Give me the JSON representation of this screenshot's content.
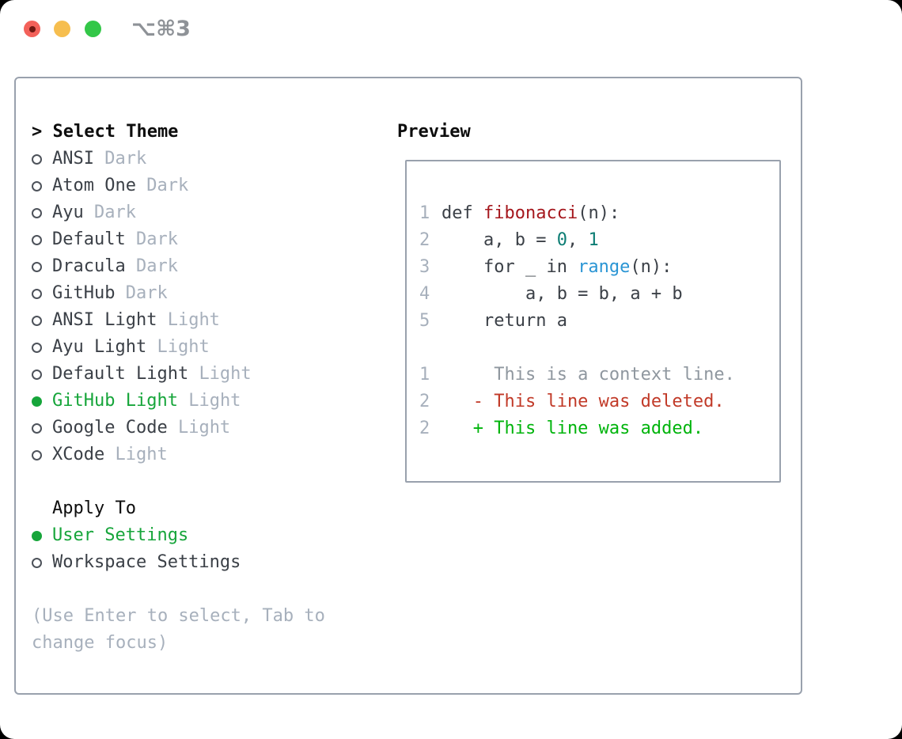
{
  "window": {
    "title": "⌥⌘3",
    "controls": {
      "close": "close-button",
      "minimize": "minimize-button",
      "zoom": "zoom-button"
    },
    "colors": {
      "close": "#f3615a",
      "minimize": "#f6be4f",
      "zoom": "#33c748",
      "frame_border": "#99a1ad"
    }
  },
  "theme_panel": {
    "header": "> Select Theme",
    "items": [
      {
        "name": "ANSI",
        "variant": "Dark",
        "selected": false
      },
      {
        "name": "Atom One",
        "variant": "Dark",
        "selected": false
      },
      {
        "name": "Ayu",
        "variant": "Dark",
        "selected": false
      },
      {
        "name": "Default",
        "variant": "Dark",
        "selected": false
      },
      {
        "name": "Dracula",
        "variant": "Dark",
        "selected": false
      },
      {
        "name": "GitHub",
        "variant": "Dark",
        "selected": false
      },
      {
        "name": "ANSI Light",
        "variant": "Light",
        "selected": false
      },
      {
        "name": "Ayu Light",
        "variant": "Light",
        "selected": false
      },
      {
        "name": "Default Light",
        "variant": "Light",
        "selected": false
      },
      {
        "name": "GitHub Light",
        "variant": "Light",
        "selected": true
      },
      {
        "name": "Google Code",
        "variant": "Light",
        "selected": false
      },
      {
        "name": "XCode",
        "variant": "Light",
        "selected": false
      }
    ],
    "selected_color": "#16a53a"
  },
  "apply_to": {
    "header": "Apply To",
    "options": [
      {
        "label": "User Settings",
        "selected": true
      },
      {
        "label": "Workspace Settings",
        "selected": false
      }
    ]
  },
  "hint": {
    "line1": "(Use Enter to select, Tab to",
    "line2": "change focus)"
  },
  "preview": {
    "header": "Preview",
    "code": {
      "line1": {
        "num": "1",
        "seg1": "def ",
        "seg2": "fibonacci",
        "seg3": "(n):"
      },
      "line2": {
        "num": "2",
        "seg1": "    a, b = ",
        "seg2": "0",
        "seg3": ", ",
        "seg4": "1"
      },
      "line3": {
        "num": "3",
        "seg1": "    for _ in ",
        "seg2": "range",
        "seg3": "(n):"
      },
      "line4": {
        "num": "4",
        "seg1": "        a, b = b, a + b"
      },
      "line5": {
        "num": "5",
        "seg1": "    return a"
      }
    },
    "diff": {
      "context": {
        "num": "1",
        "text": "     This is a context line."
      },
      "deleted": {
        "num": "2",
        "text": "   - This line was deleted."
      },
      "added": {
        "num": "2",
        "text": "   + This line was added."
      }
    },
    "colors": {
      "function": "#a5171d",
      "number": "#0c7d74",
      "builtin": "#2a95d4",
      "deleted": "#c13a28",
      "added": "#00b40c",
      "context": "#8f979f",
      "line_number": "#a7b0bc"
    }
  }
}
